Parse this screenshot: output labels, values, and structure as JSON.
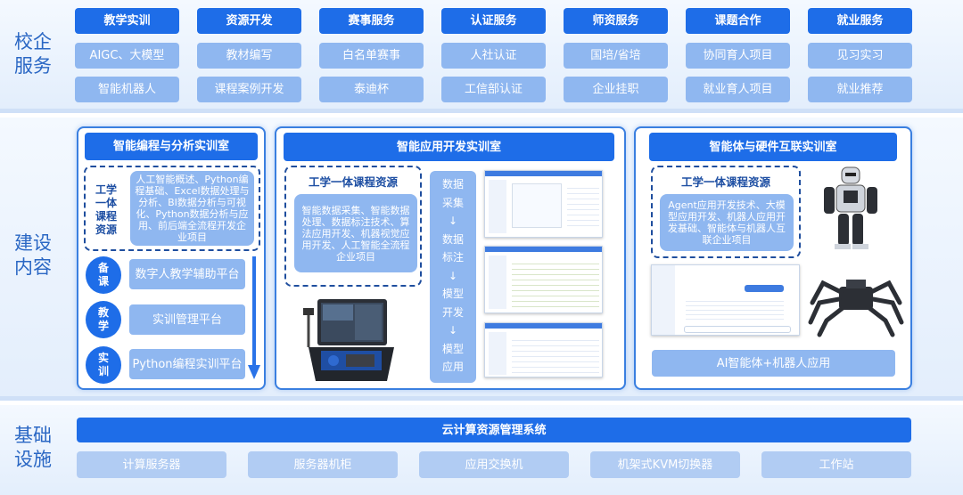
{
  "sections": {
    "top": "校企服务",
    "middle": "建设内容",
    "bottom": "基础设施"
  },
  "services": [
    {
      "header": "教学实训",
      "items": [
        "AIGC、大模型",
        "智能机器人"
      ]
    },
    {
      "header": "资源开发",
      "items": [
        "教材编写",
        "课程案例开发"
      ]
    },
    {
      "header": "赛事服务",
      "items": [
        "白名单赛事",
        "泰迪杯"
      ]
    },
    {
      "header": "认证服务",
      "items": [
        "人社认证",
        "工信部认证"
      ]
    },
    {
      "header": "师资服务",
      "items": [
        "国培/省培",
        "企业挂职"
      ]
    },
    {
      "header": "课题合作",
      "items": [
        "协同育人项目",
        "就业育人项目"
      ]
    },
    {
      "header": "就业服务",
      "items": [
        "见习实习",
        "就业推荐"
      ]
    }
  ],
  "lab1": {
    "title": "智能编程与分析实训室",
    "resource_label": "工学一体课程资源",
    "resource_text": "人工智能概述、Python编程基础、Excel数据处理与分析、BI数据分析与可视化、Python数据分析与应用、前后端全流程开发企业项目",
    "stages": [
      {
        "step": "备课",
        "platform": "数字人教学辅助平台"
      },
      {
        "step": "教学",
        "platform": "实训管理平台"
      },
      {
        "step": "实训",
        "platform": "Python编程实训平台"
      }
    ]
  },
  "lab2": {
    "title": "智能应用开发实训室",
    "resource_label": "工学一体课程资源",
    "resource_text": "智能数据采集、智能数据处理、数据标注技术、算法应用开发、机器视觉应用开发、人工智能全流程企业项目",
    "flow": [
      "数据",
      "采集",
      "↓",
      "数据",
      "标注",
      "↓",
      "模型",
      "开发",
      "↓",
      "模型",
      "应用"
    ]
  },
  "lab3": {
    "title": "智能体与硬件互联实训室",
    "resource_label": "工学一体课程资源",
    "resource_text": "Agent应用开发技术、大模型应用开发、机器人应用开发基础、智能体与机器人互联企业项目",
    "bottom_label": "AI智能体+机器人应用"
  },
  "infra": {
    "header": "云计算资源管理系统",
    "items": [
      "计算服务器",
      "服务器机柜",
      "应用交换机",
      "机架式KVM切换器",
      "工作站"
    ]
  },
  "colors": {
    "dark": "#1e6de8",
    "light": "#8fb7f0",
    "label": "#2a67c4",
    "band": "#e3eefc"
  }
}
